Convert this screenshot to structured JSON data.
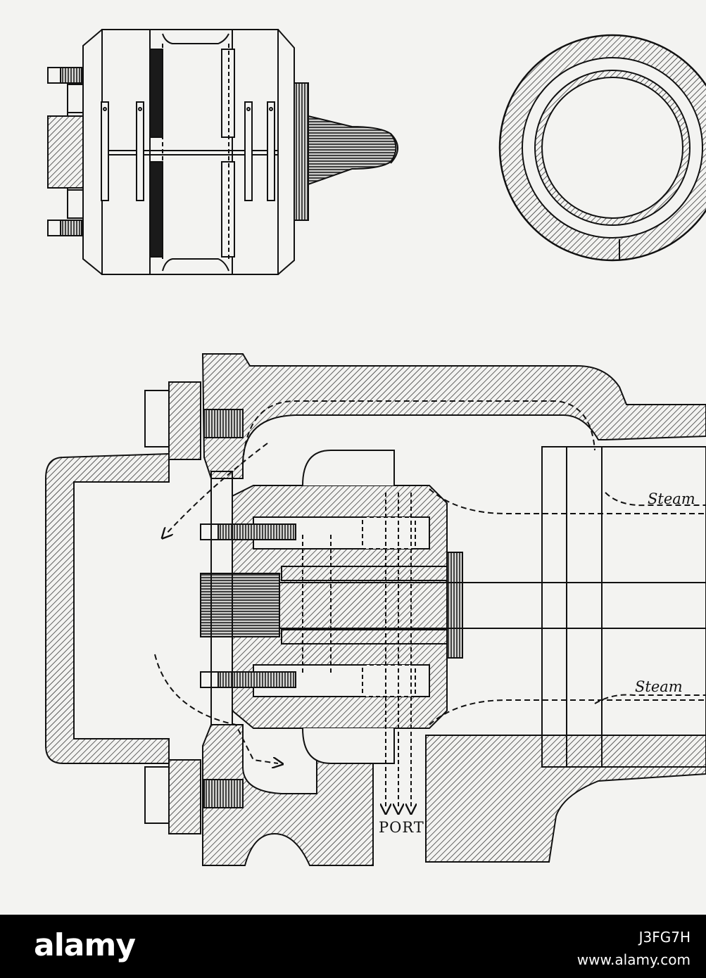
{
  "labels": {
    "steam_upper": "Steam",
    "steam_lower": "Steam",
    "port": "PORT"
  },
  "footer": {
    "logo": "alamy",
    "image_id": "J3FG7H",
    "site": "www.alamy.com"
  },
  "colors": {
    "ink": "#111111",
    "paper": "#f3f3f1",
    "footer_bg": "#000000",
    "footer_text": "#ffffff"
  }
}
